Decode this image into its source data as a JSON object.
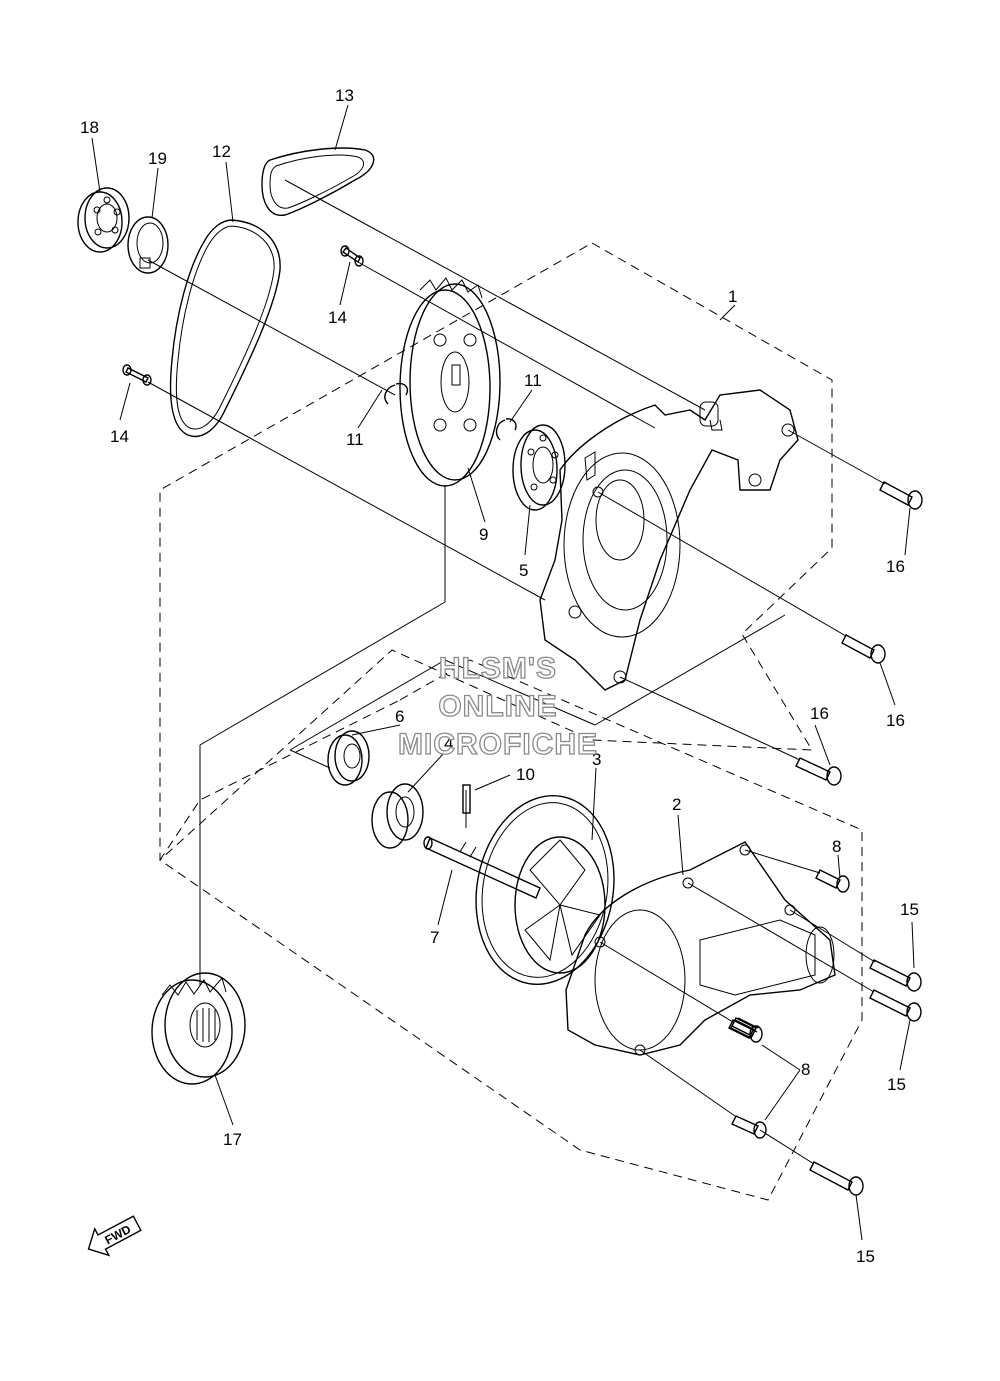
{
  "callouts": [
    {
      "id": "c1",
      "text": "1"
    },
    {
      "id": "c2",
      "text": "2"
    },
    {
      "id": "c3",
      "text": "3"
    },
    {
      "id": "c4",
      "text": "4"
    },
    {
      "id": "c5",
      "text": "5"
    },
    {
      "id": "c6",
      "text": "6"
    },
    {
      "id": "c7",
      "text": "7"
    },
    {
      "id": "c8a",
      "text": "8"
    },
    {
      "id": "c8b",
      "text": "8"
    },
    {
      "id": "c9",
      "text": "9"
    },
    {
      "id": "c10",
      "text": "10"
    },
    {
      "id": "c11a",
      "text": "11"
    },
    {
      "id": "c11b",
      "text": "11"
    },
    {
      "id": "c12",
      "text": "12"
    },
    {
      "id": "c13",
      "text": "13"
    },
    {
      "id": "c14a",
      "text": "14"
    },
    {
      "id": "c14b",
      "text": "14"
    },
    {
      "id": "c15a",
      "text": "15"
    },
    {
      "id": "c15b",
      "text": "15"
    },
    {
      "id": "c15c",
      "text": "15"
    },
    {
      "id": "c16a",
      "text": "16"
    },
    {
      "id": "c16b",
      "text": "16"
    },
    {
      "id": "c16c",
      "text": "16"
    },
    {
      "id": "c17",
      "text": "17"
    },
    {
      "id": "c18",
      "text": "18"
    },
    {
      "id": "c19",
      "text": "19"
    }
  ],
  "watermark": {
    "line1": "HLSM'S",
    "line2": "ONLINE",
    "line3": "MICROFICHE"
  },
  "direction_badge": "FWD",
  "colors": {
    "line": "#000000",
    "watermark_outline": "#8a8a8a",
    "background": "#ffffff"
  }
}
